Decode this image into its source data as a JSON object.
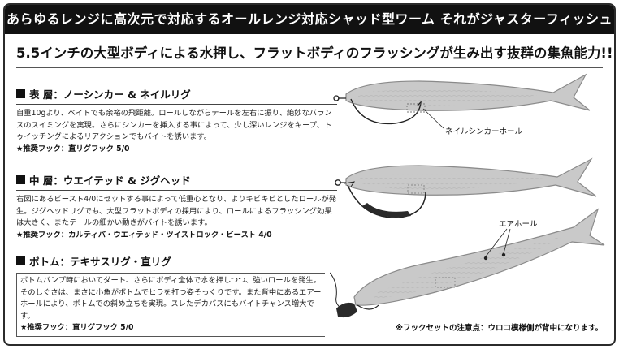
{
  "banner": {
    "title": "あらゆるレンジに高次元で対応するオールレンジ対応シャッド型ワーム それがジャスターフィッシュ"
  },
  "headline": "5.5インチの大型ボディによる水押し、フラットボディのフラッシングが生み出す抜群の集魚能力!!",
  "sections": [
    {
      "title": "表 層：ノーシンカー & ネイルリグ",
      "body": "自重10gより、ベイトでも余裕の飛距離。ロールしながらテールを左右に振り、絶妙なバランスのスイミングを実現。さらにシンカーを挿入する事によって、少し深いレンジをキープ、トゥイッチングによるリアクションでもバイトを誘います。",
      "hook": "★推奨フック：直リグフック 5/0"
    },
    {
      "title": "中 層：ウエイテッド & ジグヘッド",
      "body": "右図にあるビースト4/0にセットする事によって低重心となり、よりキビキビとしたロールが発生。ジグヘッドリグでも、大型フラットボディの採用により、ロールによるフラッシング効果は大きく、またテールの細かい動きがバイトを誘います。",
      "hook": "★推奨フック：カルティバ・ウエィテッド・ツイストロック・ビースト 4/0"
    },
    {
      "title": "ボトム：テキサスリグ・直リグ",
      "body": "ボトムバンプ時においてダート、さらにボディ全体で水を押しつつ、強いロールを発生。そのしぐさは、まさに小魚がボトムでヒラを打つ姿そっくりです。また背中にあるエアーホールにより、ボトムでの斜め立ちを実現。スレたデカバスにもバイトチャンス増大です。",
      "hook": "★推奨フック：直リグフック 5/0"
    }
  ],
  "figures": {
    "nail_label": "ネイルシンカーホール",
    "air_label": "エアホール"
  },
  "footnote": "※フックセットの注意点：ウロコ模様側が背中になります。",
  "colors": {
    "banner_bg": "#111111",
    "worm_fill": "#c9c9c9",
    "worm_stroke": "#8a8a8a",
    "sinker": "#2a2a2a"
  }
}
